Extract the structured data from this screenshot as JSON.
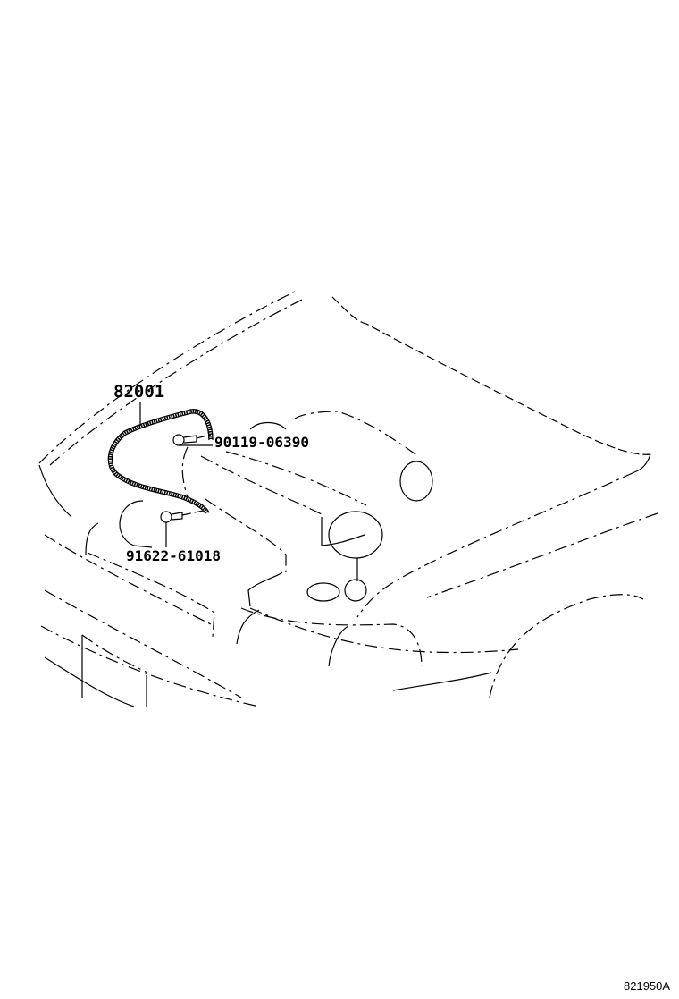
{
  "diagram": {
    "type": "exploded parts diagram",
    "subject": "engine compartment wiring / hood area",
    "parts": [
      {
        "id": "part-82001",
        "number": "82001",
        "role": "wire harness"
      },
      {
        "id": "part-90119-06390",
        "number": "90119-06390",
        "role": "bolt"
      },
      {
        "id": "part-91622-61018",
        "number": "91622-61018",
        "role": "bolt"
      }
    ],
    "illustration_id": "821950A"
  },
  "colors": {
    "background": "#ffffff",
    "line": "#000000"
  }
}
